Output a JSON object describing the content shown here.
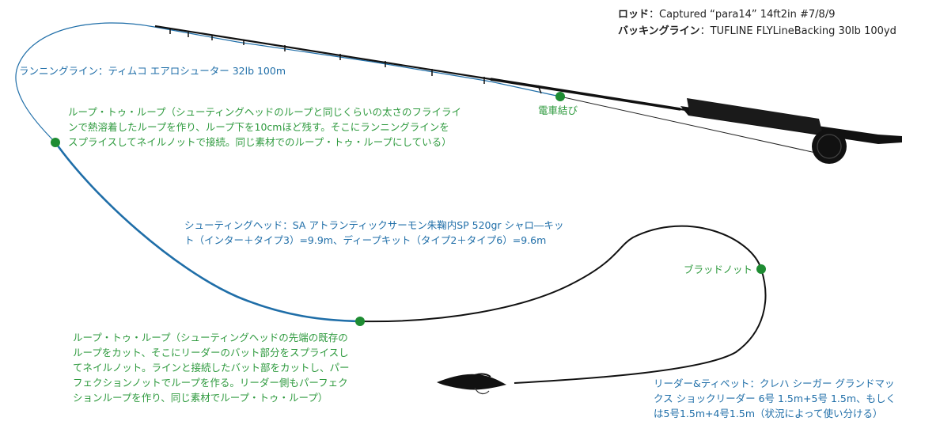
{
  "header": {
    "rod_key": "ロッド",
    "rod_value": "：Captured “para14” 14ft2in #7/8/9",
    "backing_key": "バッキングライン",
    "backing_value": "：TUFLINE FLYLineBacking 30lb 100yd"
  },
  "labels": {
    "running_line": "ランニングライン：ティムコ エアロシューター 32lb 100m",
    "loop1": [
      "ループ・トゥ・ループ（シューティングヘッドのループと同じくらいの太さのフライライ",
      "ンで熱溶着したループを作り、ループ下を10cmほど残す。そこにランニングラインを",
      "スプライスしてネイルノットで接続。同じ素材でのループ・トゥ・ループにしている）"
    ],
    "densha": "電車結び",
    "shooting_head": [
      "シューティングヘッド：SA アトランティックサーモン朱鞠内SP 520gr シャロ―キッ",
      "ト（インター＋タイプ3）=9.9m、ディープキット（タイプ2＋タイプ6）=9.6m"
    ],
    "blood_knot": "ブラッドノット",
    "loop2": [
      "ループ・トゥ・ループ（シューティングヘッドの先端の既存の",
      "ループをカット、そこにリーダーのバット部分をスプライスし",
      "てネイルノット。ラインと接続したバット部をカットし、パー",
      "フェクションノットでループを作る。リーダー側もパーフェク",
      "ションループを作り、同じ素材でループ・トゥ・ループ）"
    ],
    "leader": [
      "リーダー&ティペット：クレハ シーガー グランドマッ",
      "クス ショックリーダー 6号 1.5m+5号 1.5m、もしく",
      "は5号1.5m+4号1.5m（状況によって使い分ける）"
    ]
  },
  "colors": {
    "blue": "#1f6ea8",
    "green_text": "#2e9a3e",
    "knot_dot": "#1e8c32",
    "line_black": "#111111"
  },
  "icons": [
    "reel-icon",
    "fly-icon",
    "rod-icon"
  ]
}
